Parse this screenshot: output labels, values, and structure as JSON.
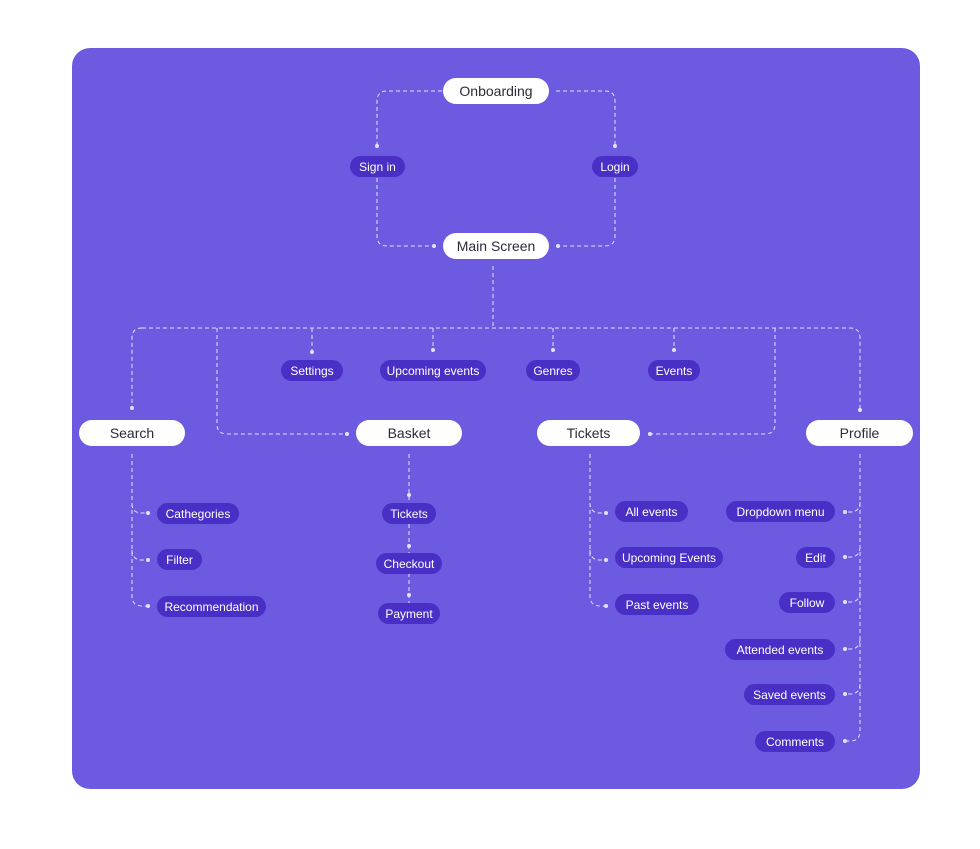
{
  "colors": {
    "background": "#6c5ae0",
    "main_node": "#ffffff",
    "sub_node": "#4a2fc6",
    "connector": "#e6e1ff"
  },
  "nodes": {
    "onboarding": "Onboarding",
    "sign_in": "Sign in",
    "login": "Login",
    "main_screen": "Main Screen",
    "settings": "Settings",
    "upcoming_events": "Upcoming events",
    "genres": "Genres",
    "events": "Events",
    "search": "Search",
    "basket": "Basket",
    "tickets": "Tickets",
    "profile": "Profile",
    "search_children": [
      "Cathegories",
      "Filter",
      "Recommendation"
    ],
    "basket_children": [
      "Tickets",
      "Checkout",
      "Payment"
    ],
    "tickets_children": [
      "All events",
      "Upcoming Events",
      "Past events"
    ],
    "profile_children": [
      "Dropdown menu",
      "Edit",
      "Follow",
      "Attended events",
      "Saved events",
      "Comments"
    ]
  }
}
